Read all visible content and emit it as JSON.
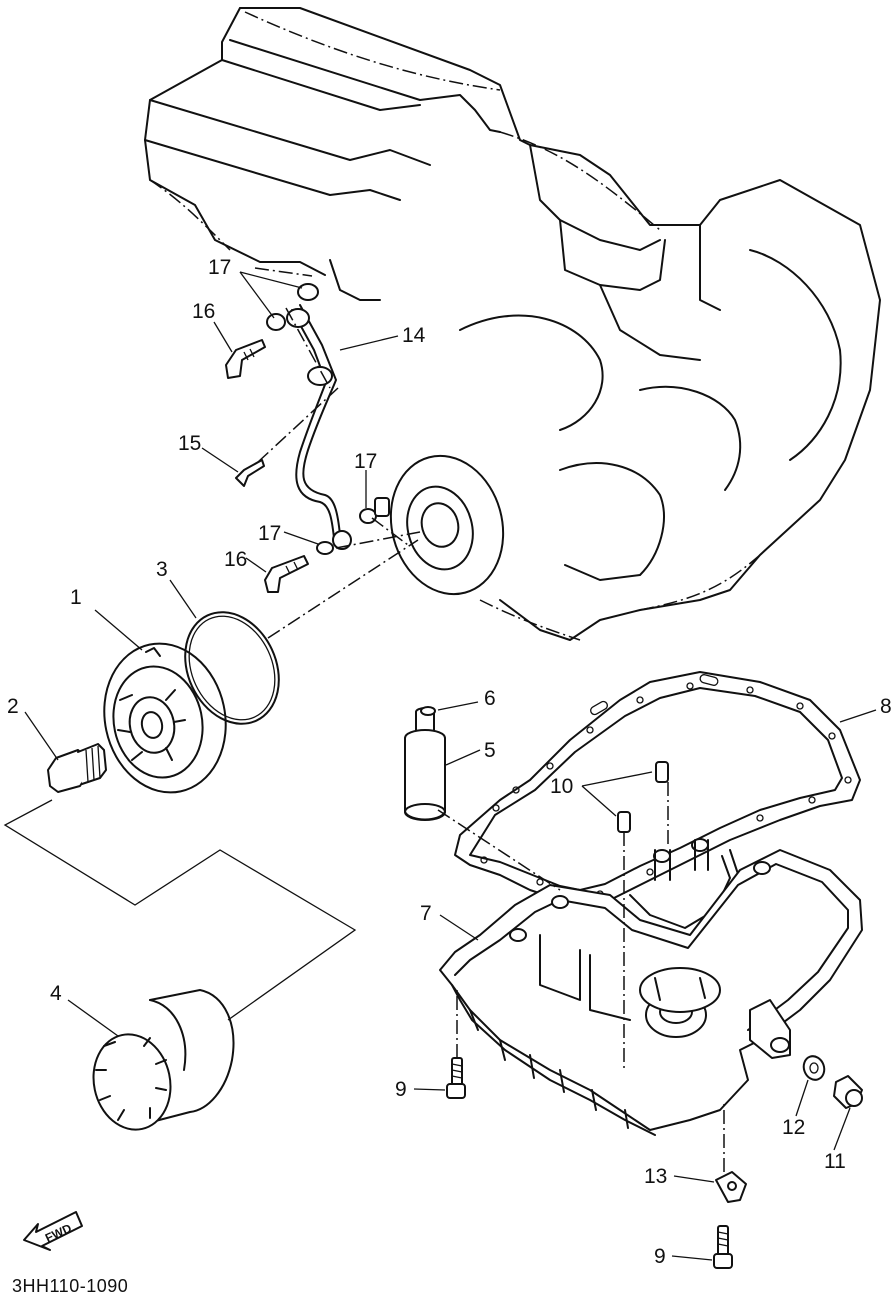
{
  "diagram": {
    "code": "3HH110-1090",
    "fwd_label": "FWD",
    "labels": [
      "1",
      "2",
      "3",
      "4",
      "5",
      "6",
      "7",
      "8",
      "9",
      "9",
      "10",
      "11",
      "12",
      "13",
      "14",
      "15",
      "16",
      "16",
      "17",
      "17",
      "17"
    ]
  }
}
